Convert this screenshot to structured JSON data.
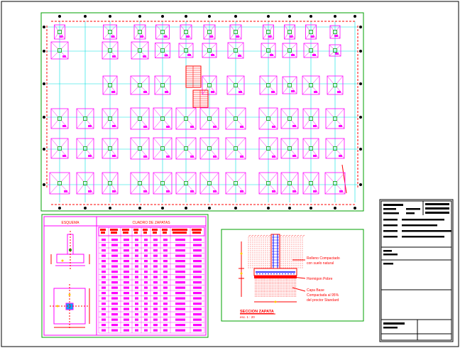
{
  "colors": {
    "background": "#ffffff",
    "frame": "#000000",
    "panel_border": "#00a000",
    "grid_line": "#00e0e0",
    "footing": "#ff00ff",
    "column": "#00a000",
    "dimension": "#ff0000",
    "axis_bubble": "#000000",
    "soil": "#ff0000",
    "concrete": "#ff0000",
    "rebar": "#0000ff",
    "note_text": "#ff0000",
    "table_header": "#ff0000",
    "table_fill": "#ff00ff",
    "title_block": "#000000"
  },
  "footing_plan": {
    "grid_cols": 13,
    "grid_rows": 6
  },
  "schedule": {
    "sketch_title": "ESQUEMA",
    "table_title": "CUADRO DE ZAPATAS",
    "data_rows": 18,
    "data_cols": 9
  },
  "section": {
    "note_1_line_1": "Relleno Compactado",
    "note_1_line_2": "con suelo natural",
    "note_2": "Hormigon Pobre",
    "note_3_line_1": "Capa Base",
    "note_3_line_2": "Compactada al 95%",
    "note_3_line_3": "del proctor Standard",
    "title": "SECCION ZAPATA",
    "scale": "esc. 1 : 20"
  }
}
